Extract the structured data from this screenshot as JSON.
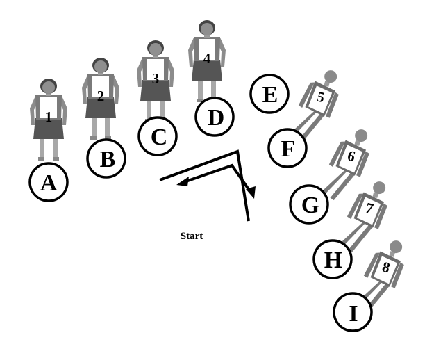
{
  "start_label": "Start",
  "colors": {
    "figure_dark": "#707070",
    "figure_mid": "#8c8c8c",
    "skirt": "#555555",
    "head": "#8a8a8a",
    "hair": "#444444",
    "legs": "#a0a0a0",
    "line": "#000000"
  },
  "letters": [
    "A",
    "B",
    "C",
    "D",
    "E",
    "F",
    "G",
    "H",
    "I"
  ],
  "women": [
    "1",
    "2",
    "3",
    "4"
  ],
  "men": [
    "5",
    "6",
    "7",
    "8"
  ]
}
